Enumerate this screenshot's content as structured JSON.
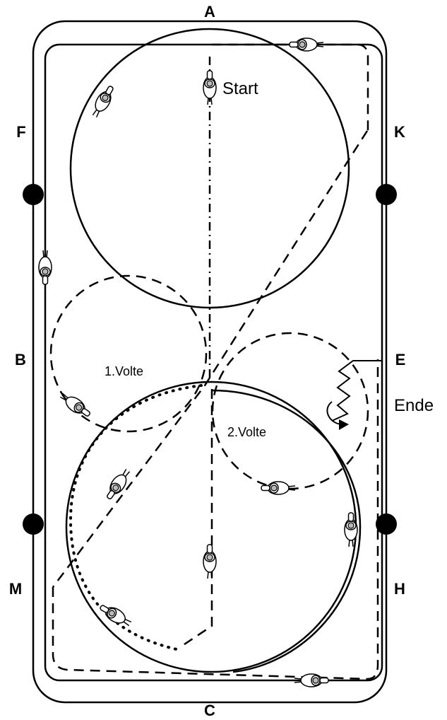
{
  "letters": {
    "a": "A",
    "k": "K",
    "e": "E",
    "h": "H",
    "c": "C",
    "m": "M",
    "b": "B",
    "f": "F"
  },
  "labels": {
    "start": "Start",
    "ende": "Ende",
    "volte1": "1.Volte",
    "volte2": "2.Volte"
  }
}
